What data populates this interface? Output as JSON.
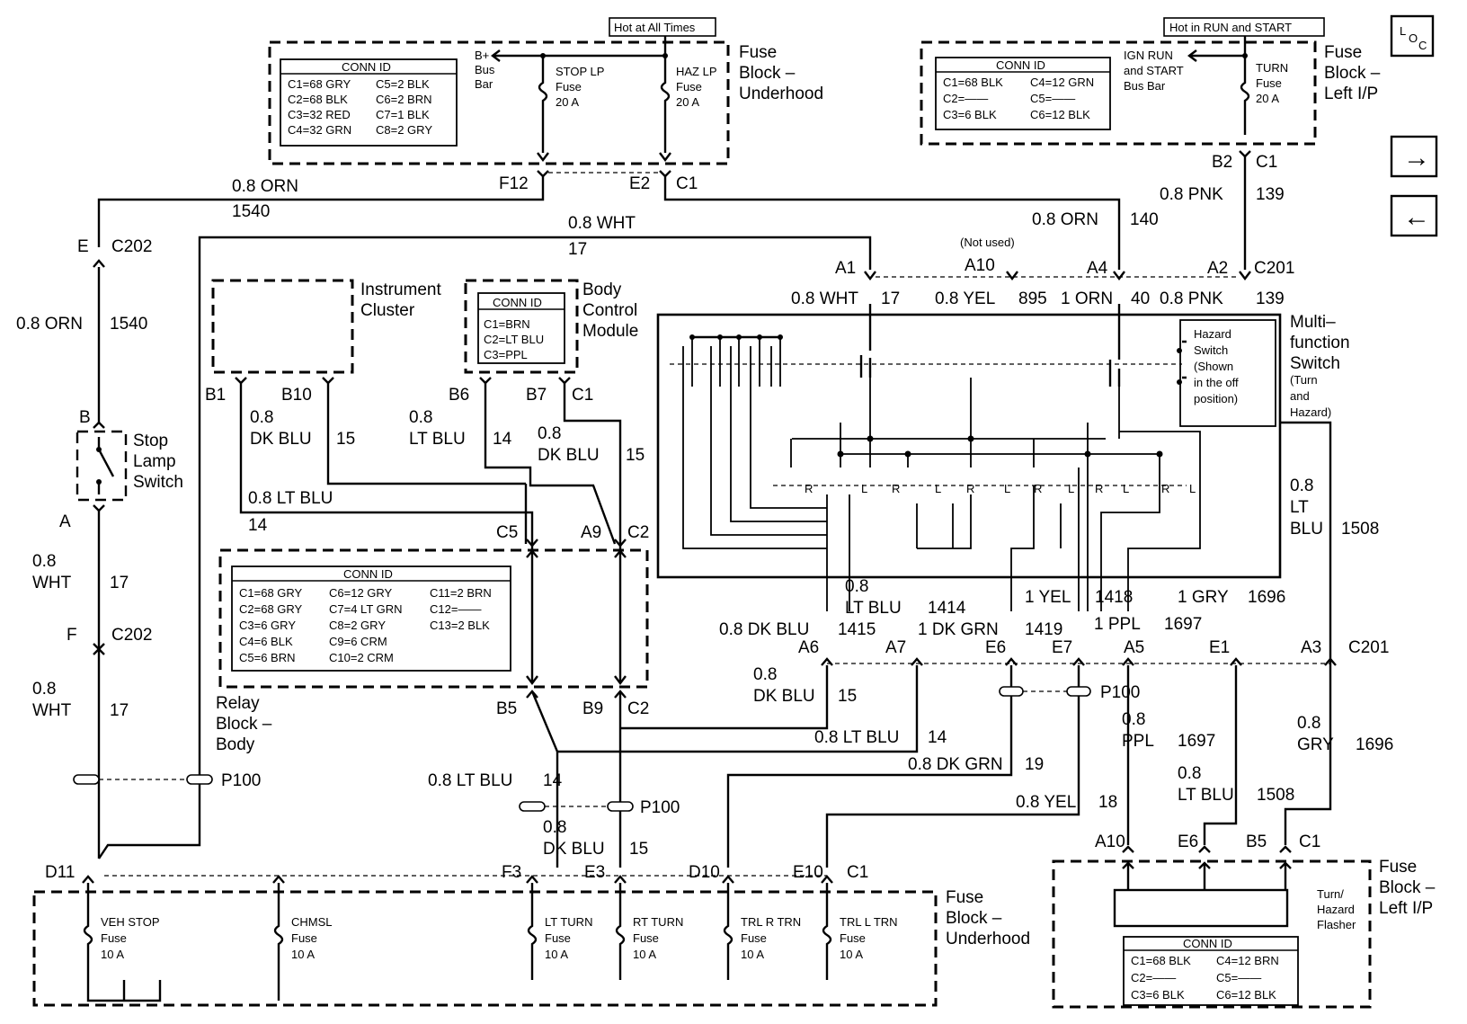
{
  "loc": "LOC",
  "hot_at_all_times": "Hot at All Times",
  "hot_in_run": "Hot in RUN and START",
  "fuse_block_underhood": [
    "Fuse",
    "Block –",
    "Underhood"
  ],
  "fuse_block_left_ip": [
    "Fuse",
    "Block –",
    "Left I/P"
  ],
  "conn_id": "CONN ID",
  "top_underhood_conn": [
    "C1=68 GRY",
    "C2=68 BLK",
    "C3=32 RED",
    "C4=32 GRN",
    "C5=2 BLK",
    "C6=2 BRN",
    "C7=1 BLK",
    "C8=2 GRY"
  ],
  "bplus": [
    "B+",
    "Bus",
    "Bar"
  ],
  "stop_lp": [
    "STOP LP",
    "Fuse",
    "20 A"
  ],
  "haz_lp": [
    "HAZ LP",
    "Fuse",
    "20 A"
  ],
  "top_left_ip_conn": [
    "C1=68 BLK",
    "C2=——",
    "C3=6 BLK",
    "C4=12 GRN",
    "C5=——",
    "C6=12 BLK"
  ],
  "ign_run": [
    "IGN RUN",
    "and START",
    "Bus Bar"
  ],
  "turn_fuse": [
    "TURN",
    "Fuse",
    "20 A"
  ],
  "pins": {
    "F12": "F12",
    "E2": "E2",
    "C1": "C1",
    "B2": "B2",
    "E": "E",
    "C202": "C202",
    "A1": "A1",
    "A10": "A10",
    "A4": "A4",
    "A2": "A2",
    "C201": "C201",
    "B": "B",
    "A": "A",
    "F": "F",
    "B1": "B1",
    "B10": "B10",
    "B6": "B6",
    "B7": "B7",
    "C5": "C5",
    "A9": "A9",
    "C2": "C2",
    "B5": "B5",
    "B9": "B9",
    "A6": "A6",
    "A7": "A7",
    "E6": "E6",
    "E7": "E7",
    "A5": "A5",
    "E1": "E1",
    "A3": "A3",
    "D11": "D11",
    "F3": "F3",
    "E3": "E3",
    "D10": "D10",
    "E10": "E10"
  },
  "not_used": "(Not used)",
  "wires": {
    "orn_top": "0.8 ORN",
    "n1540": "1540",
    "wht_top": "0.8 WHT",
    "n17": "17",
    "orn140": "0.8 ORN",
    "n140": "140",
    "pnk": "0.8 PNK",
    "n139": "139",
    "orn_left": "0.8 ORN",
    "msw_wht": "0.8 WHT",
    "msw_17": "17",
    "msw_yel": "0.8 YEL",
    "msw_895": "895",
    "msw_orn": "1 ORN",
    "msw_40": "40",
    "msw_pnk": "0.8 PNK",
    "msw_139": "139",
    "dkblu_a": [
      "0.8",
      "DK BLU"
    ],
    "n15a": "15",
    "ltblu_a": [
      "0.8",
      "LT BLU"
    ],
    "n14a": "14",
    "dkblu_b": [
      "0.8",
      "DK BLU"
    ],
    "n15b": "15",
    "ltblu_c": "0.8 LT BLU",
    "n14c": "14",
    "wht_a": [
      "0.8",
      "WHT"
    ],
    "n17a": "17",
    "wht_b": [
      "0.8",
      "WHT"
    ],
    "n17b": "17",
    "ltblu_1508": [
      "0.8",
      "LT",
      "BLU"
    ],
    "n1508": "1508",
    "ltblu_1414": [
      "0.8",
      "LT BLU"
    ],
    "n1414": "1414",
    "dkblu_1415": "0.8 DK BLU",
    "n1415": "1415",
    "yel_1418": "1 YEL",
    "n1418": "1418",
    "dkgrn_1419": "1 DK GRN",
    "n1419": "1419",
    "ppl_1697": "1 PPL",
    "n1697": "1697",
    "gry_1696": "1 GRY",
    "n1696": "1696",
    "dkblu_15c": [
      "0.8",
      "DK BLU"
    ],
    "n15c": "15",
    "ltblu_14d": "0.8 LT BLU",
    "n14d": "14",
    "dkgrn_19": "0.8 DK GRN",
    "n19": "19",
    "yel_18": "0.8 YEL",
    "n18": "18",
    "ppl_low": [
      "0.8",
      "PPL"
    ],
    "n1697b": "1697",
    "ltblu_low": [
      "0.8",
      "LT BLU"
    ],
    "n1508b": "1508",
    "gry_low": [
      "0.8",
      "GRY"
    ],
    "n1696b": "1696",
    "ltblu_14e": "0.8 LT BLU",
    "n14e": "14",
    "dkblu_15e": [
      "0.8",
      "DK BLU"
    ],
    "n15e": "15"
  },
  "instrument_cluster": [
    "Instrument",
    "Cluster"
  ],
  "body_control": [
    "Body",
    "Control",
    "Module"
  ],
  "bcm_conn": [
    "C1=BRN",
    "C2=LT BLU",
    "C3=PPL"
  ],
  "stop_lamp_switch": [
    "Stop",
    "Lamp",
    "Switch"
  ],
  "multifunction": [
    "Multi–",
    "function",
    "Switch"
  ],
  "multifunction_sub": [
    "(Turn",
    "and",
    "Hazard)"
  ],
  "hazard_switch": [
    "Hazard",
    "Switch",
    "(Shown",
    "in the off",
    "position)"
  ],
  "relay_block": [
    "Relay",
    "Block –",
    "Body"
  ],
  "relay_conn": [
    "C1=68 GRY",
    "C2=68 GRY",
    "C3=6 GRY",
    "C4=6 BLK",
    "C5=6 BRN",
    "C6=12 GRY",
    "C7=4 LT GRN",
    "C8=2 GRY",
    "C9=6 CRM",
    "C10=2 CRM",
    "C11=2 BRN",
    "C12=——",
    "C13=2 BLK"
  ],
  "p100": "P100",
  "bottom_fuses": [
    [
      "VEH STOP",
      "Fuse",
      "10 A"
    ],
    [
      "CHMSL",
      "Fuse",
      "10 A"
    ],
    [
      "LT TURN",
      "Fuse",
      "10 A"
    ],
    [
      "RT TURN",
      "Fuse",
      "10 A"
    ],
    [
      "TRL R TRN",
      "Fuse",
      "10 A"
    ],
    [
      "TRL L TRN",
      "Fuse",
      "10 A"
    ]
  ],
  "flasher": [
    "Turn/",
    "Hazard",
    "Flasher"
  ],
  "bottom_right_conn": [
    "C1=68 BLK",
    "C2=——",
    "C3=6 BLK",
    "C4=12 BRN",
    "C5=——",
    "C6=12 BLK"
  ],
  "switch_letters": [
    "R",
    "L",
    "R",
    "L",
    "R",
    "L",
    "R",
    "L",
    "R",
    "L",
    "R",
    "L"
  ],
  "nav": {
    "next_icon": "→",
    "prev_icon": "←"
  }
}
